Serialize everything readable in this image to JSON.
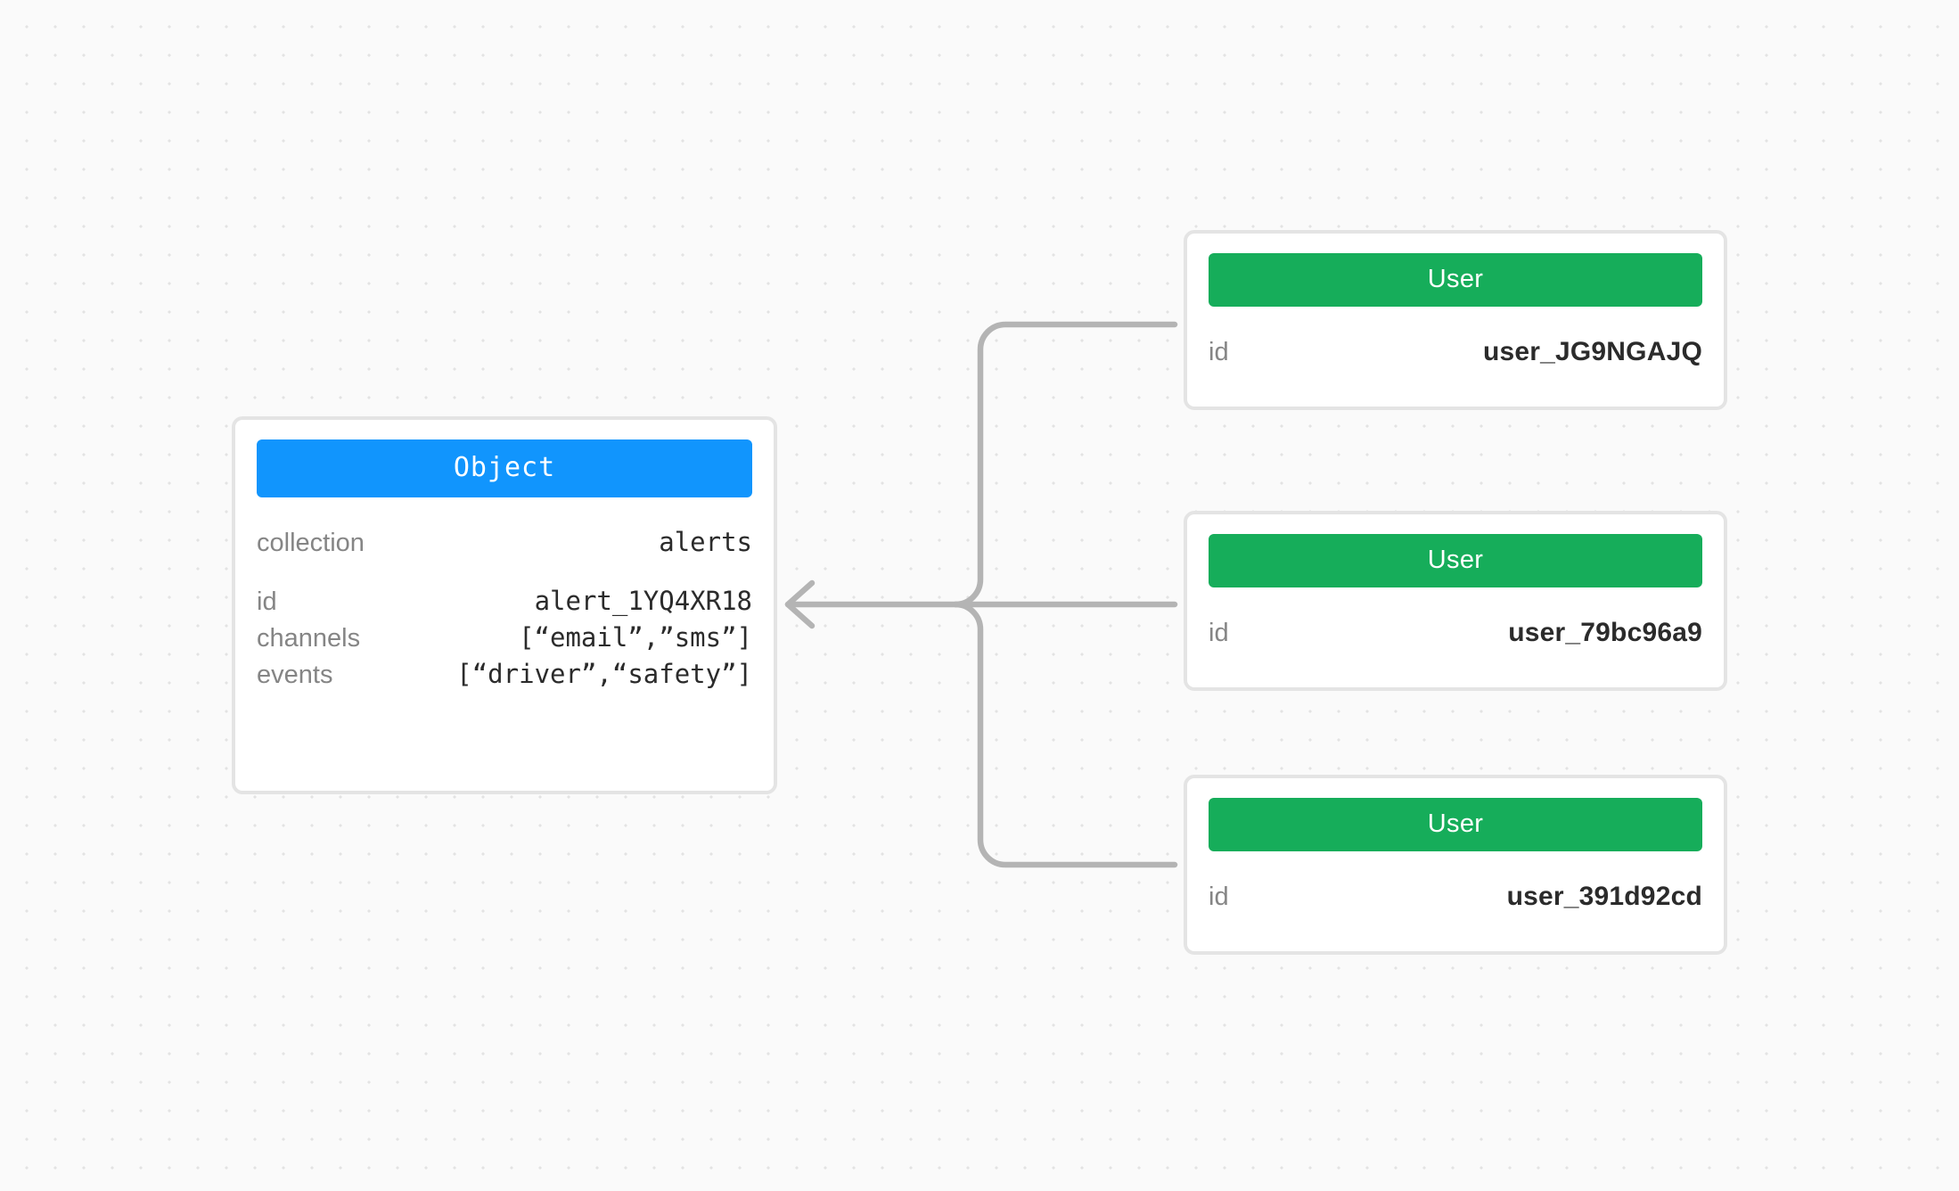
{
  "canvas": {
    "background_color": "#fafafa",
    "dot_color": "#e3e3e3",
    "edge_color": "#b4b4b4"
  },
  "object_node": {
    "type_label": "Object",
    "accent_color": "#1195fd",
    "rows": [
      {
        "key": "collection",
        "value": "alerts"
      },
      {
        "key": "id",
        "value": "alert_1YQ4XR18"
      },
      {
        "key": "channels",
        "value": "[“email”,”sms”]"
      },
      {
        "key": "events",
        "value": "[“driver”,“safety”]"
      }
    ]
  },
  "user_nodes": [
    {
      "type_label": "User",
      "accent_color": "#16ad5a",
      "rows": [
        {
          "key": "id",
          "value": "user_JG9NGAJQ"
        }
      ]
    },
    {
      "type_label": "User",
      "accent_color": "#16ad5a",
      "rows": [
        {
          "key": "id",
          "value": "user_79bc96a9"
        }
      ]
    },
    {
      "type_label": "User",
      "accent_color": "#16ad5a",
      "rows": [
        {
          "key": "id",
          "value": "user_391d92cd"
        }
      ]
    }
  ]
}
